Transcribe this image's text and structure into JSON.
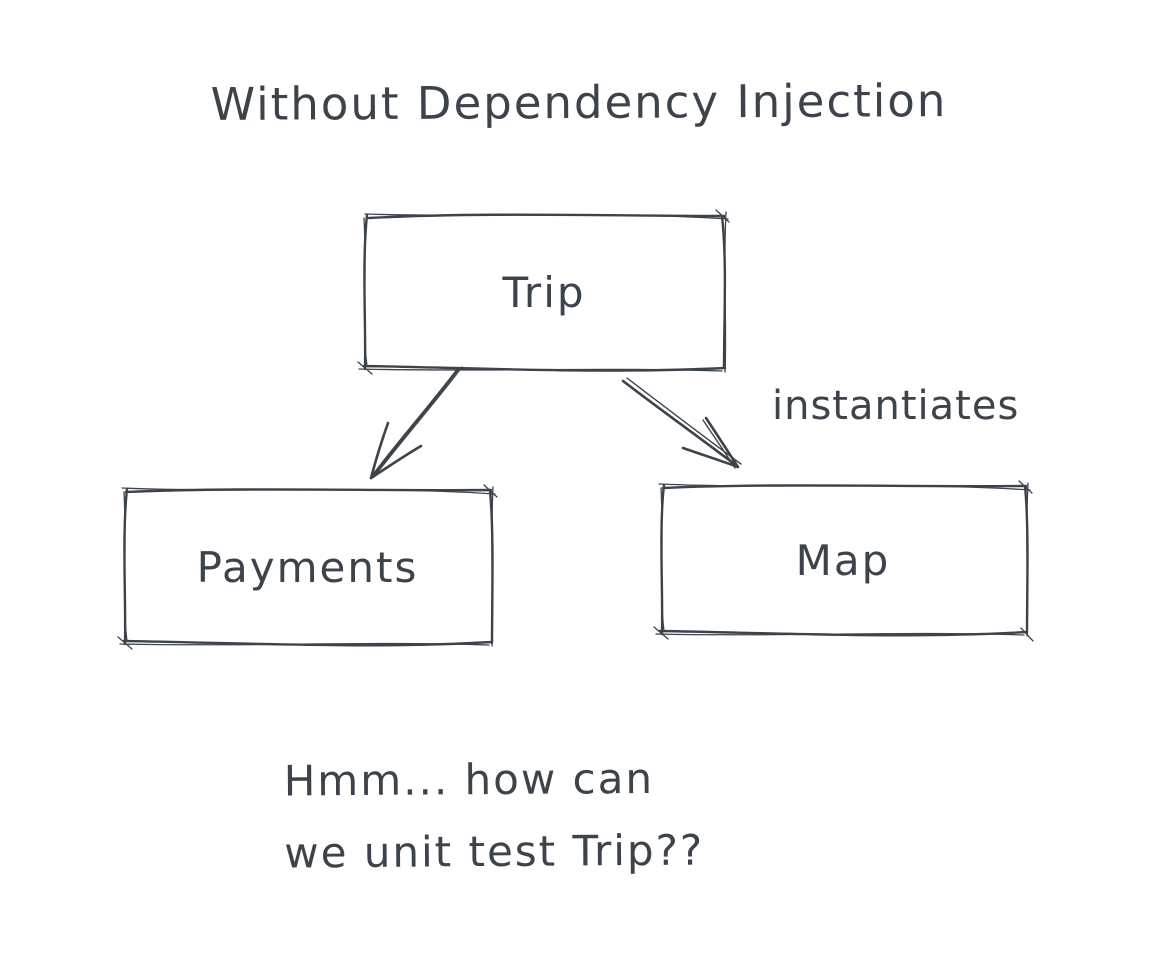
{
  "diagram": {
    "title": "Without Dependency Injection",
    "nodes": [
      {
        "id": "trip",
        "label": "Trip"
      },
      {
        "id": "payments",
        "label": "Payments"
      },
      {
        "id": "map",
        "label": "Map"
      }
    ],
    "edges": [
      {
        "from": "trip",
        "to": "payments",
        "label": ""
      },
      {
        "from": "trip",
        "to": "map",
        "label": "instantiates"
      }
    ],
    "edge_label": "instantiates",
    "note": {
      "line1": "Hmm... how can",
      "line2": "we unit test Trip??"
    },
    "colors": {
      "stroke": "#3d434b",
      "background": "#ffffff"
    }
  }
}
